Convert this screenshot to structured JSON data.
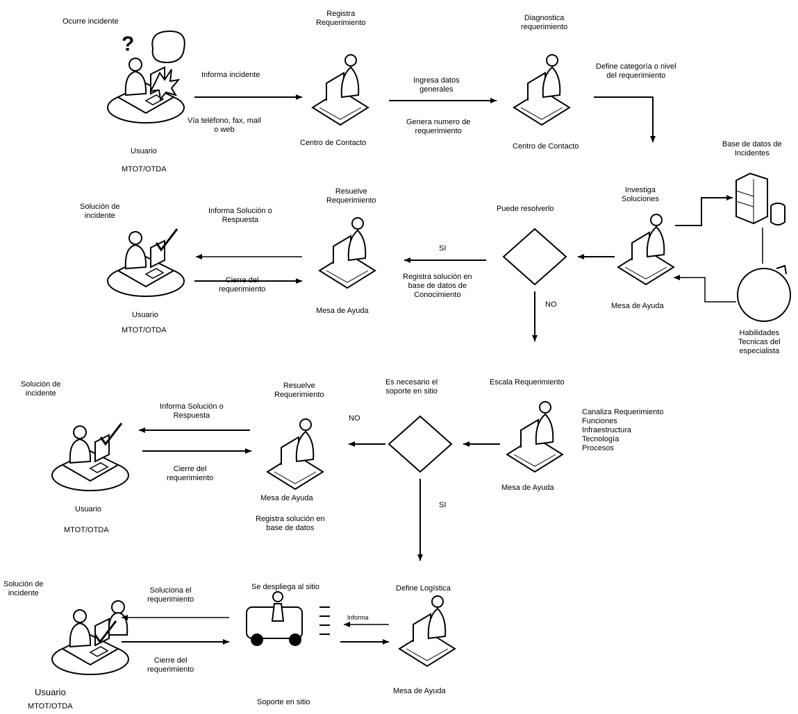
{
  "row1": {
    "user_title": "Ocurre incidente",
    "user_name": "Usuario",
    "user_org": "MTOT/OTDA",
    "arrow_top": "Informa incidente",
    "arrow_bottom": "Vía teléfono, fax, mail\no web",
    "register_title": "Registra\nRequerimiento",
    "register_name": "Centro de Contacto",
    "arrow2_top": "Ingresa datos\ngenerales",
    "arrow2_bottom": "Genera numero de\nrequerimiento",
    "diagnose_title": "Diagnostica\nrequerimiento",
    "diagnose_name": "Centro de Contacto",
    "define_note": "Define categoría o nivel\ndel requerimiento"
  },
  "row2": {
    "solution_title": "Solución de\nincidente",
    "user_name": "Usuario",
    "user_org": "MTOT/OTDA",
    "arrow_top": "Informa Solución o\nRespuesta",
    "arrow_bottom": "Cierre del\nrequerimiento",
    "resolve_title": "Resuelve\nRequerimiento",
    "resolve_name": "Mesa de Ayuda",
    "yes": "SI",
    "register_note": "Registra solución en\nbase de datos de\nConocimiento",
    "decision_title": "Puede resolverlo",
    "no": "NO",
    "investigate_title": "Investiga\nSoluciones",
    "investigate_name": "Mesa de Ayuda",
    "db_title": "Base de datos de\nIncidentes",
    "skills": "Habilidades\nTecnicas del\nespecialista"
  },
  "row3": {
    "solution_title": "Solución de\nincidente",
    "arrow_top": "Informa Solución o\nRespuesta",
    "arrow_bottom": "Cierre del\nrequerimiento",
    "user_name": "Usuario",
    "user_org": "MTOT/OTDA",
    "resolve_title": "Resuelve\nRequerimiento",
    "resolve_name": "Mesa de Ayuda",
    "register_note": "Registra solución en\nbase de datos",
    "no": "NO",
    "decision_title": "Es necesario el\nsoporte en sitio",
    "yes": "SI",
    "escalate_title": "Escala Requerimiento",
    "escalate_name": "Mesa de Ayuda",
    "channels": "Canaliza Requerimiento\nFunciones\nInfraestructura\nTecnología\nProcesos"
  },
  "row4": {
    "solution_title": "Solución de\nincidente",
    "arrow_top": "Soluciona el\nrequerimiento",
    "arrow_bottom": "Cierre del\nrequerimiento",
    "user_name": "Usuario",
    "user_org": "MTOT/OTDA",
    "deploy_title": "Se despliega al sitio",
    "deploy_name": "Soporte en sitio",
    "small_arrow": "Informa",
    "logistics_title": "Define Logística",
    "logistics_name": "Mesa de Ayuda"
  }
}
